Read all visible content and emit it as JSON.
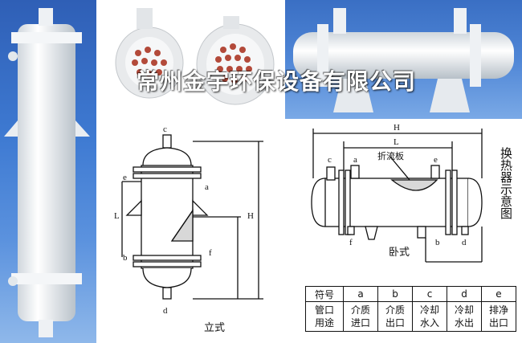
{
  "watermark": "常州金宇环保设备有限公司",
  "side_title": "换热器示意图",
  "vertical": {
    "caption": "立式",
    "labels": {
      "c": "c",
      "e": "e",
      "a": "a",
      "L": "L",
      "b": "b",
      "f": "f",
      "H": "H",
      "d": "d"
    }
  },
  "horizontal": {
    "caption": "卧式",
    "baffle": "折流板",
    "labels": {
      "H": "H",
      "L": "L",
      "c": "c",
      "a": "a",
      "e": "e",
      "f": "f",
      "b": "b",
      "d": "d"
    }
  },
  "legend": {
    "header_label": "符号",
    "symbols": [
      "a",
      "b",
      "c",
      "d",
      "e"
    ],
    "row_label": "管口\n用途",
    "uses": [
      "介质\n进口",
      "介质\n出口",
      "冷却\n水入",
      "冷却\n水出",
      "排净\n出口"
    ]
  }
}
